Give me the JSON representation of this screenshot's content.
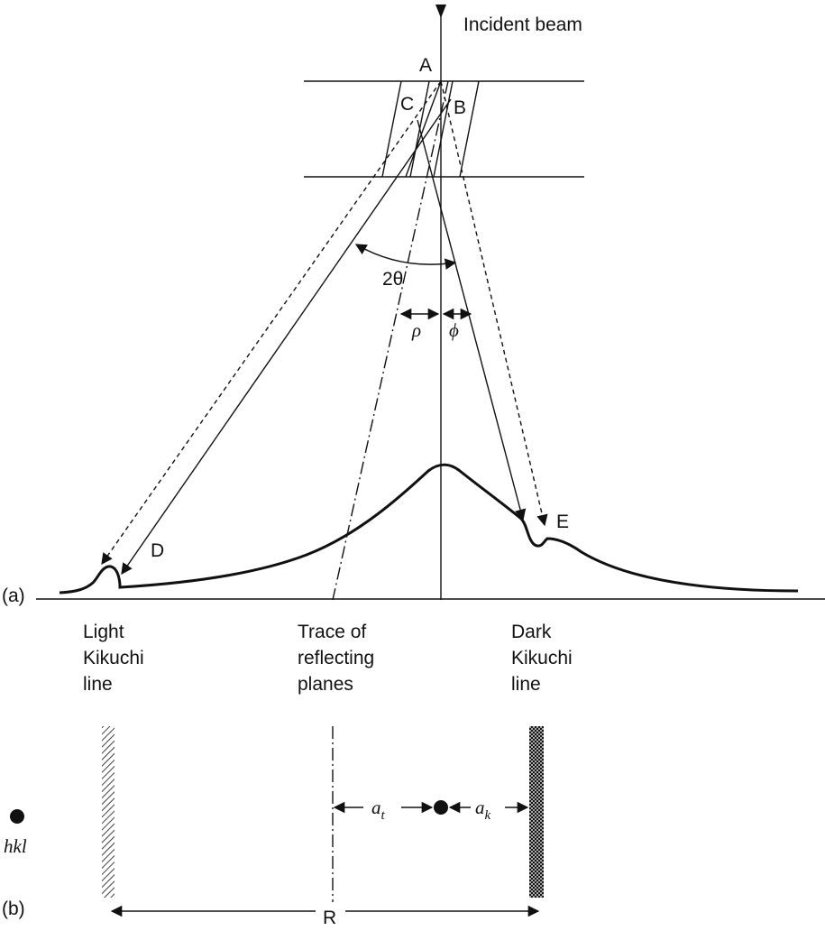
{
  "labels": {
    "incident_beam": "Incident beam",
    "point_a": "A",
    "point_b": "B",
    "point_c": "C",
    "point_d": "D",
    "point_e": "E",
    "two_theta": "2θ",
    "rho": "ρ",
    "phi": "ϕ",
    "panel_a": "(a)",
    "panel_b": "(b)",
    "light_kikuchi": [
      "Light",
      "Kikuchi",
      "line"
    ],
    "trace_planes": [
      "Trace of",
      "reflecting",
      "planes"
    ],
    "dark_kikuchi": [
      "Dark",
      "Kikuchi",
      "line"
    ],
    "hkl": "hkl",
    "a_t": "a",
    "a_t_sub": "t",
    "a_k": "a",
    "a_k_sub": "k",
    "r": "R"
  },
  "colors": {
    "ink": "#111111",
    "background": "#ffffff"
  }
}
